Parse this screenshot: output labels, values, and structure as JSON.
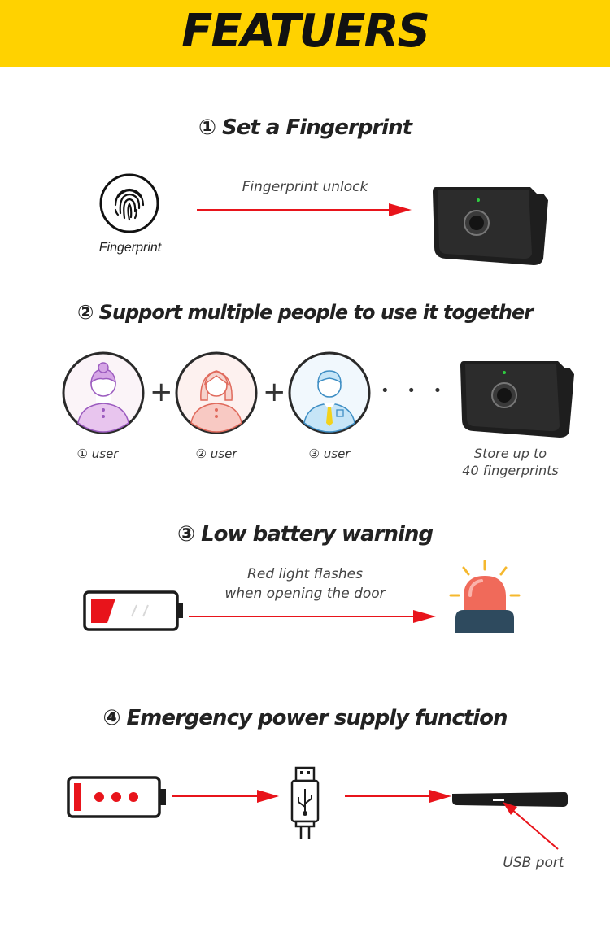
{
  "header": {
    "title": "FEATUERS",
    "color": "#ffd200"
  },
  "section1": {
    "title": "① Set a Fingerprint",
    "icon_label": "Fingerprint",
    "arrow_label": "Fingerprint unlock"
  },
  "section2": {
    "title": "② Support multiple people to use it together",
    "users": [
      "① user",
      "② user",
      "③ user"
    ],
    "dots": "• • • •",
    "store_line1": "Store up to",
    "store_line2": "40 fingerprints"
  },
  "section3": {
    "title": "③ Low battery warning",
    "arrow_line1": "Red light flashes",
    "arrow_line2": "when opening the door"
  },
  "section4": {
    "title": "④ Emergency power supply function",
    "port_label": "USB port"
  },
  "colors": {
    "accent_red": "#e8141b",
    "dark": "#1c1c1c"
  },
  "icons": [
    "fingerprint-icon",
    "lock-device-icon",
    "user-avatar-icon",
    "battery-low-icon",
    "siren-icon",
    "battery-full-icon",
    "usb-plug-icon"
  ]
}
